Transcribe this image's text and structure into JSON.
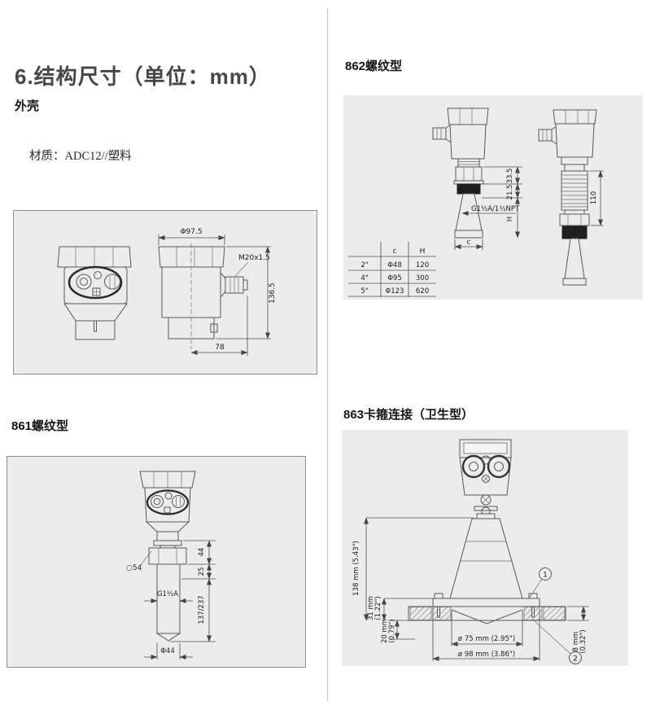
{
  "page": {
    "title": "6.结构尺寸（单位：mm）"
  },
  "housing": {
    "title": "外壳",
    "material": "材质：ADC12//塑料",
    "dims": {
      "top_diameter": "Φ97.5",
      "gland_thread": "M20x1.5",
      "height": "136.5",
      "width": "78"
    }
  },
  "model862": {
    "title": "862螺纹型",
    "dims": {
      "upper": "33.5",
      "thread": "21.5",
      "process_thread": "G1½A/1½NPT",
      "horn_height": "H",
      "horn_dia": "c",
      "extension": "110"
    },
    "table": {
      "col_c": "c",
      "col_h": "H",
      "rows": [
        {
          "size": "2\"",
          "c": "Φ48",
          "h": "120"
        },
        {
          "size": "4\"",
          "c": "Φ95",
          "h": "300"
        },
        {
          "size": "5\"",
          "c": "Φ123",
          "h": "620"
        }
      ]
    }
  },
  "model861": {
    "title": "861螺纹型",
    "dims": {
      "hex": "○54",
      "upper": "44",
      "mid": "25",
      "thread": "G1½A",
      "length": "137/237",
      "horn_dia": "Φ44"
    }
  },
  "model863": {
    "title": "863卡箍连接（卫生型）",
    "dims": {
      "total_height": "138 mm (5.43\")",
      "cone1": "31 mm",
      "cone1_in": "(1.22\")",
      "flange1": "20 mm",
      "flange1_in": "(0.79\")",
      "gasket": "8 mm",
      "gasket_in": "(0.32\")",
      "horn_dia": "ø 75 mm (2.95\")",
      "clamp_dia": "ø 98 mm (3.86\")",
      "callout1": "1",
      "callout2": "2"
    }
  }
}
